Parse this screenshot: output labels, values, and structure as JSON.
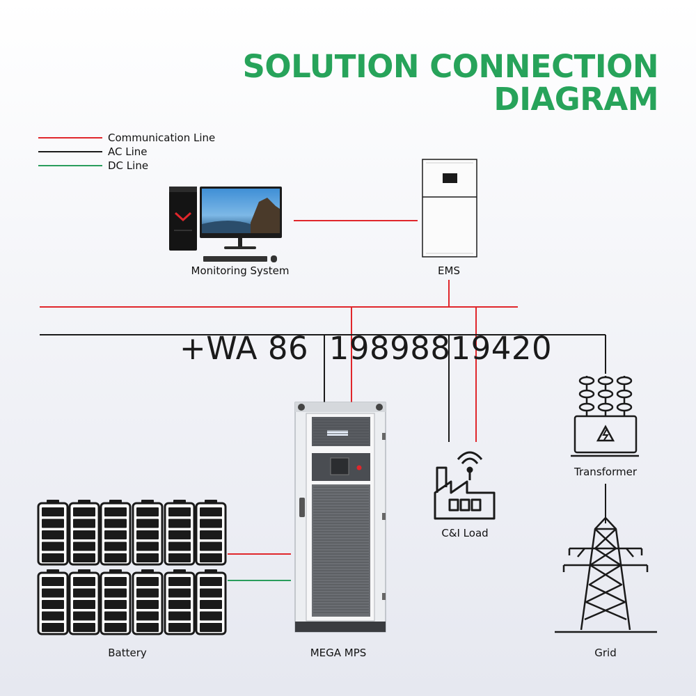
{
  "title": {
    "line1": "SOLUTION CONNECTION",
    "line2": "DIAGRAM"
  },
  "legend": [
    {
      "label": "Communication Line",
      "color": "#e0262b"
    },
    {
      "label": "AC Line",
      "color": "#1a1a1a"
    },
    {
      "label": "DC Line",
      "color": "#2a9d5c"
    }
  ],
  "nodes": {
    "monitoring": "Monitoring System",
    "ems": "EMS",
    "mps": "MEGA MPS",
    "battery": "Battery",
    "load": "C&I Load",
    "transformer": "Transformer",
    "grid": "Grid"
  },
  "watermark": "+WA 86  19898819420",
  "colors": {
    "accent": "#27a35a",
    "comm": "#e0262b",
    "ac": "#1a1a1a",
    "dc": "#2a9d5c"
  }
}
